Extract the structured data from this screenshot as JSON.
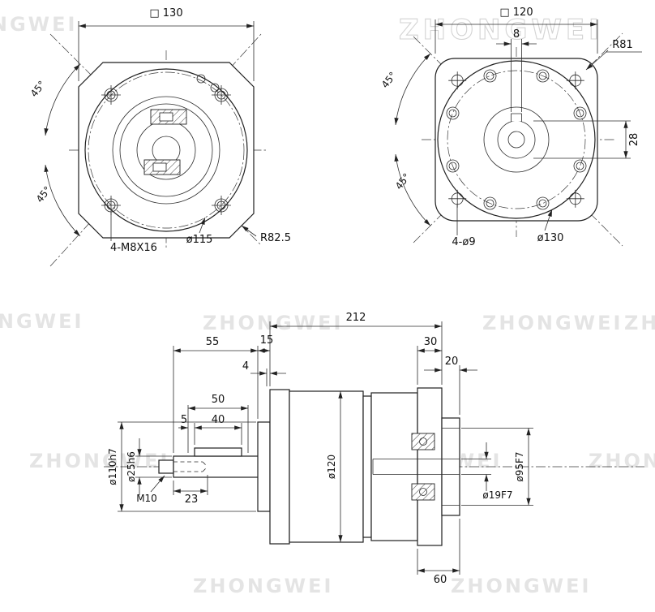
{
  "watermark": {
    "text": "ZHONGWEI"
  },
  "input_view": {
    "square": "□ 130",
    "angle_upper": "45°",
    "angle_lower": "45°",
    "tapped_holes": "4-M8X16",
    "bolt_circle": "ø115",
    "corner_radius": "R82.5"
  },
  "output_view": {
    "square": "□ 120",
    "keyway_width": "8",
    "corner_radius": "R81",
    "shaft_bore": "28",
    "angle_upper": "45°",
    "angle_lower": "45°",
    "through_holes": "4-ø9",
    "flange_dia": "ø130"
  },
  "side_view": {
    "overall_length": "212",
    "shaft_extension": "55",
    "pilot_depth": "15",
    "front_step": "4",
    "flange_width": "30",
    "ring_width": "20",
    "key_total": "50",
    "key_offset": "5",
    "key_length": "40",
    "pilot_dia": "ø110h7",
    "shaft_dia": "ø25h6",
    "thread": "M10",
    "thread_length": "23",
    "body_dia": "ø120",
    "input_bore": "ø19F7",
    "pilot_bore": "ø95F7",
    "bottom_width": "60"
  }
}
